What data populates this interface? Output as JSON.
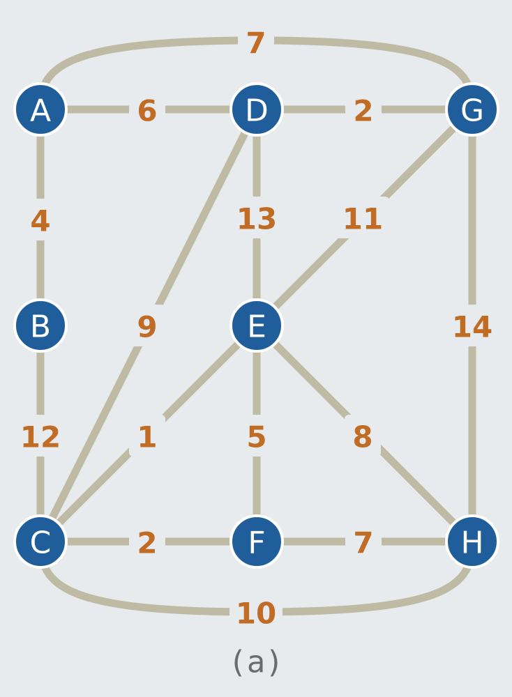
{
  "graph": {
    "caption": "(a)",
    "colors": {
      "background": "#e8ebee",
      "node_fill": "#1f5d9b",
      "edge": "#bfbaa3",
      "weight": "#c06c25",
      "caption": "#6b6b6b"
    },
    "nodes": [
      {
        "id": "A",
        "label": "A"
      },
      {
        "id": "D",
        "label": "D"
      },
      {
        "id": "G",
        "label": "G"
      },
      {
        "id": "B",
        "label": "B"
      },
      {
        "id": "E",
        "label": "E"
      },
      {
        "id": "C",
        "label": "C"
      },
      {
        "id": "F",
        "label": "F"
      },
      {
        "id": "H",
        "label": "H"
      }
    ],
    "edges": [
      {
        "from": "A",
        "to": "G",
        "weight": "7"
      },
      {
        "from": "A",
        "to": "D",
        "weight": "6"
      },
      {
        "from": "D",
        "to": "G",
        "weight": "2"
      },
      {
        "from": "A",
        "to": "B",
        "weight": "4"
      },
      {
        "from": "D",
        "to": "E",
        "weight": "13"
      },
      {
        "from": "G",
        "to": "E",
        "weight": "11"
      },
      {
        "from": "D",
        "to": "C",
        "weight": "9"
      },
      {
        "from": "G",
        "to": "H",
        "weight": "14"
      },
      {
        "from": "B",
        "to": "C",
        "weight": "12"
      },
      {
        "from": "E",
        "to": "C",
        "weight": "1"
      },
      {
        "from": "E",
        "to": "F",
        "weight": "5"
      },
      {
        "from": "E",
        "to": "H",
        "weight": "8"
      },
      {
        "from": "C",
        "to": "F",
        "weight": "2"
      },
      {
        "from": "F",
        "to": "H",
        "weight": "7"
      },
      {
        "from": "C",
        "to": "H",
        "weight": "10"
      }
    ]
  }
}
